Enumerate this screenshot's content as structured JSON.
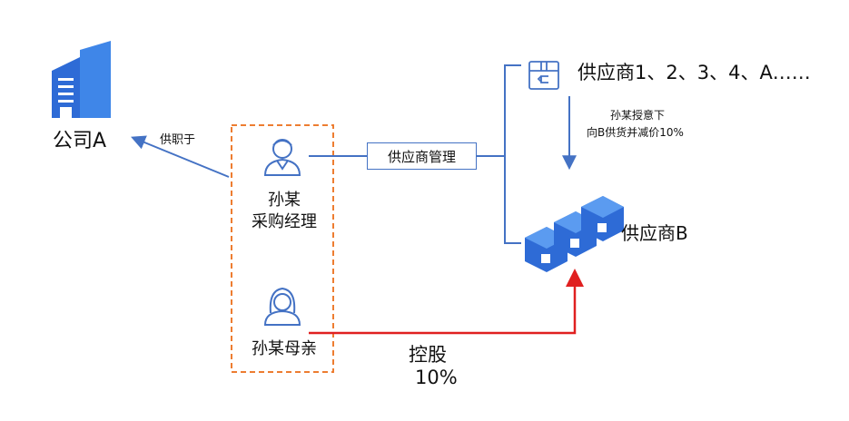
{
  "company": {
    "label": "公司A"
  },
  "edge_employed": {
    "label": "供职于"
  },
  "person": {
    "name": "孙某",
    "title": "采购经理"
  },
  "mother": {
    "name": "孙某母亲"
  },
  "management": {
    "label": "供应商管理"
  },
  "suppliers": {
    "label": "供应商1、2、3、4、A……"
  },
  "instruction": {
    "line1": "孙某授意下",
    "line2": "向B供货并减价10%"
  },
  "supplier_b": {
    "label": "供应商B"
  },
  "shareholding": {
    "label": "控股",
    "percent": "10%"
  },
  "colors": {
    "blue": "#4472C4",
    "red": "#E02020",
    "dashed_box": "#ED7D31",
    "icon_blue": "#2E6BD6"
  },
  "icons": [
    "building-icon",
    "man-icon",
    "woman-icon",
    "return-box-icon",
    "boxes-icon"
  ]
}
